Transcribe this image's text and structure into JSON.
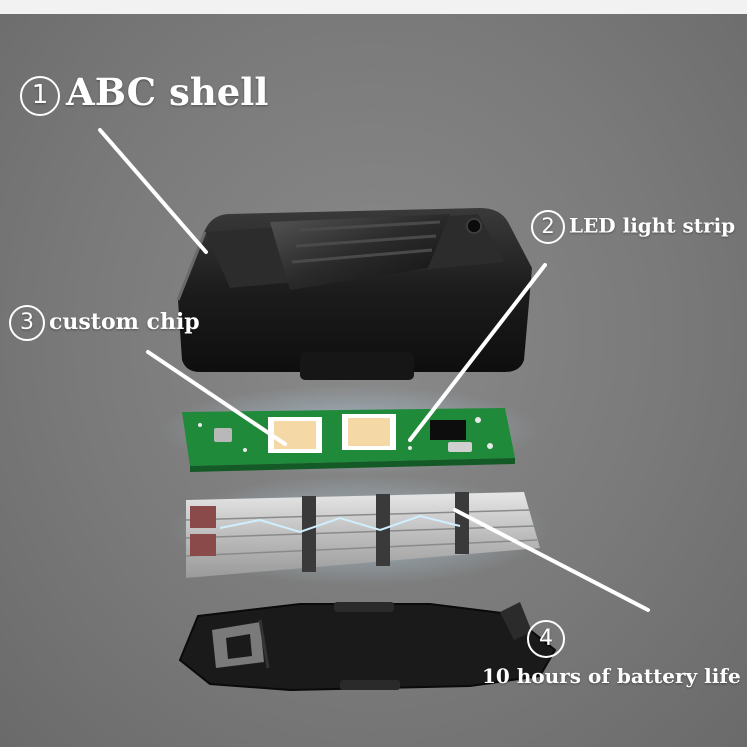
{
  "callouts": [
    {
      "number": "1",
      "text": "ABC shell"
    },
    {
      "number": "2",
      "text": "LED light strip"
    },
    {
      "number": "3",
      "text": "custom chip"
    },
    {
      "number": "4",
      "text": "10 hours of battery life"
    }
  ],
  "colors": {
    "background": "#7a7a7a",
    "label_text": "#ffffff",
    "leader_line": "#ffffff",
    "shell": "#1b1b1b",
    "pcb": "#1f8a3a",
    "led_face": "#f4d9a6",
    "battery": "#cfcfcf",
    "bracket": "#1a1a1a"
  }
}
